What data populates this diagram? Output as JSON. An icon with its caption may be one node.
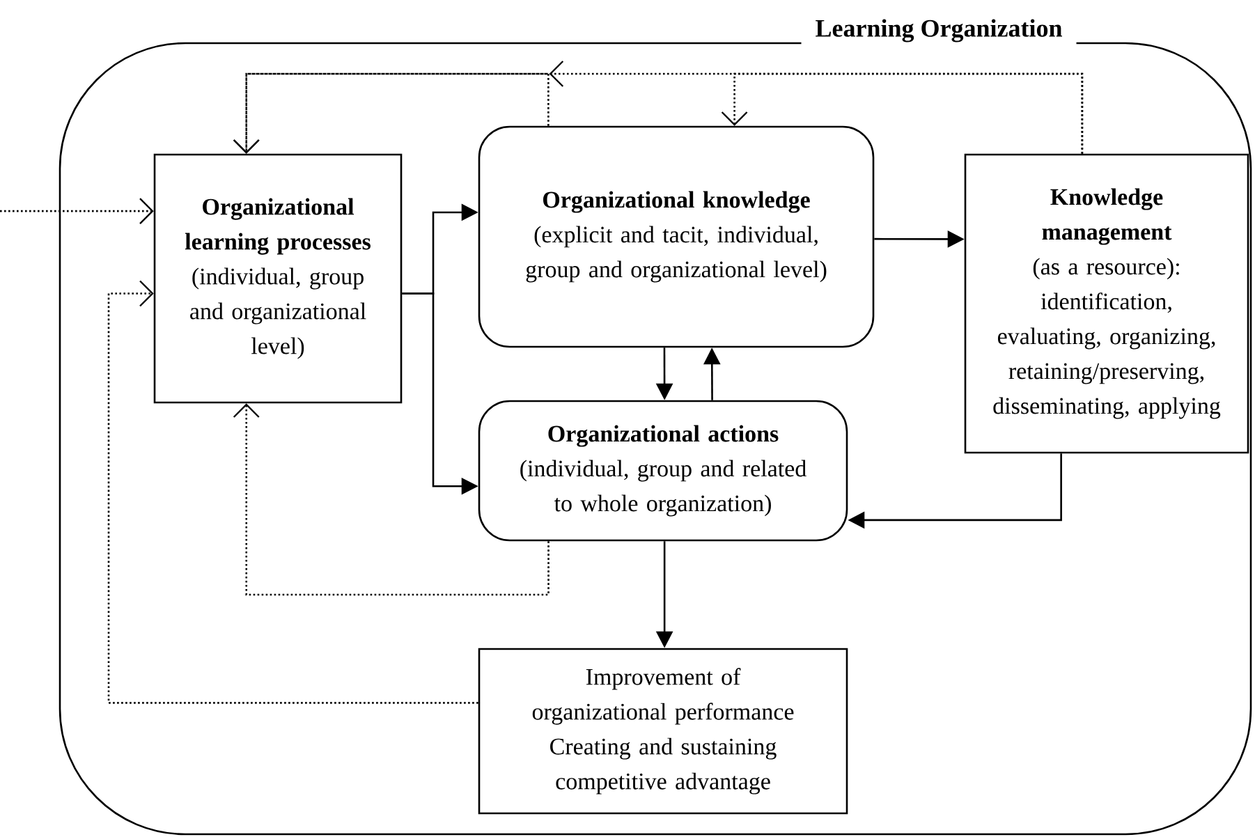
{
  "diagram": {
    "nodes": [
      {
        "text": [
          "Learning Organization"
        ]
      },
      {
        "text": [
          "Organizational learning processes",
          "(individual, group and organizational level)"
        ],
        "in": 0
      },
      {
        "text": [
          "Organizational knowledge",
          "(explicit and tacit, individual, group and organizational level)"
        ],
        "in": 0
      },
      {
        "text": [
          "Knowledge management",
          "(as a resource): identification, evaluating, organizing, retaining/preserving, disseminating, applying"
        ],
        "in": 0
      },
      {
        "text": [
          "Organizational actions",
          "(individual, group and related to whole organization)"
        ],
        "in": 0
      },
      {
        "text": [
          "Improvement of organizational performance",
          "Creating and sustaining competitive advantage"
        ],
        "in": 0
      }
    ],
    "edges": [
      {
        "from": null,
        "to": 1,
        "arrow": "to",
        "style": "dashed"
      },
      {
        "from": 1,
        "to": 2,
        "arrow": "to"
      },
      {
        "from": 1,
        "to": 4,
        "arrow": "to"
      },
      {
        "from": 2,
        "to": 3,
        "arrow": "to"
      },
      {
        "from": 2,
        "to": 4,
        "arrow": "to"
      },
      {
        "from": 4,
        "to": 2,
        "arrow": "to"
      },
      {
        "from": 3,
        "to": 4,
        "arrow": "to"
      },
      {
        "from": 4,
        "to": 1,
        "arrow": "to",
        "style": "dashed"
      },
      {
        "from": 5,
        "to": 1,
        "arrow": "to",
        "style": "dashed"
      },
      {
        "from": 3,
        "to": 1,
        "arrow": "to",
        "style": "dashed"
      },
      {
        "from": 3,
        "to": 2,
        "arrow": "to",
        "style": "dashed"
      },
      {
        "from": 2,
        "to": 1,
        "arrow": "to",
        "style": "dashed"
      },
      {
        "from": 4,
        "to": 5,
        "arrow": "to"
      }
    ]
  }
}
